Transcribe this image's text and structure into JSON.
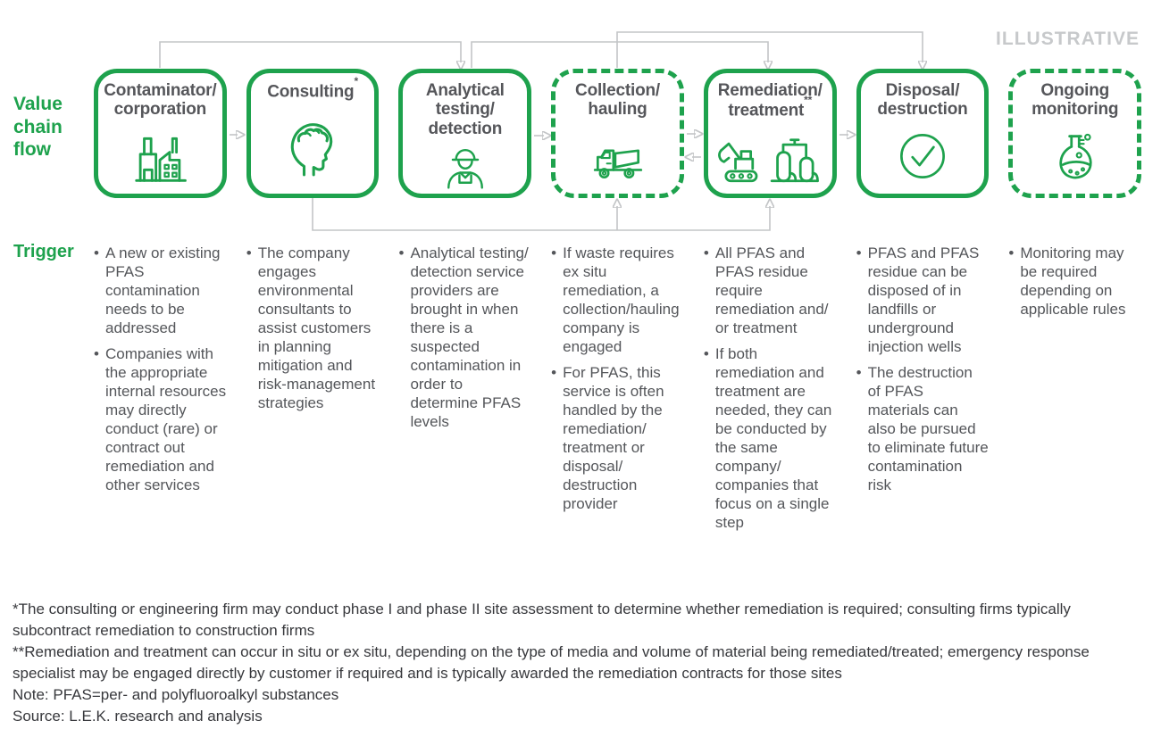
{
  "page": {
    "illustrative_label": "ILLUSTRATIVE"
  },
  "labels": {
    "value_chain_flow": "Value chain flow",
    "trigger": "Trigger"
  },
  "colors": {
    "brand_green": "#1EA24D",
    "text_gray": "#54565A",
    "footer_gray": "#37383C",
    "illustrative_gray": "#C7C9CB",
    "connector_gray": "#C3C5C7"
  },
  "chain": {
    "steps": [
      {
        "title_lines": [
          "Contaminator/",
          "corporation"
        ],
        "title_sup": "",
        "icon": "factory-icon",
        "border": "solid"
      },
      {
        "title_lines": [
          "Consulting"
        ],
        "title_sup": "*",
        "icon": "head-brain-icon",
        "border": "solid"
      },
      {
        "title_lines": [
          "Analytical",
          "testing/",
          "detection"
        ],
        "title_sup": "",
        "icon": "worker-icon",
        "border": "solid"
      },
      {
        "title_lines": [
          "Collection/",
          "hauling"
        ],
        "title_sup": "",
        "icon": "dump-truck-icon",
        "border": "dashed"
      },
      {
        "title_lines": [
          "Remediation/",
          "treatment"
        ],
        "title_sup": "**",
        "icon": "excavator-plant-icon",
        "border": "solid"
      },
      {
        "title_lines": [
          "Disposal/",
          "destruction"
        ],
        "title_sup": "",
        "icon": "check-circle-icon",
        "border": "solid"
      },
      {
        "title_lines": [
          "Ongoing",
          "monitoring"
        ],
        "title_sup": "",
        "icon": "flask-icon",
        "border": "dashed"
      }
    ]
  },
  "triggers": [
    {
      "bullets": [
        "A new or existing PFAS contamination needs to be addressed",
        "Companies with the appropriate internal resources may directly conduct (rare) or contract out remediation and other services"
      ]
    },
    {
      "bullets": [
        "The company engages environmental consultants to assist customers in planning mitigation and risk-management strategies"
      ]
    },
    {
      "bullets": [
        "Analytical testing/detection service providers are brought in when there is a suspected contamination in order to determine PFAS levels"
      ]
    },
    {
      "bullets": [
        "If waste requires ex situ remediation, a collection/hauling company is engaged",
        "For PFAS, this service is often handled by the remediation/treatment or disposal/destruction provider"
      ]
    },
    {
      "bullets": [
        "All PFAS and PFAS residue require remediation and/or treatment",
        "If both remediation and treatment are needed, they can be conducted by the same company/companies that focus on a single step"
      ]
    },
    {
      "bullets": [
        "PFAS and PFAS residue can be disposed of in landfills or underground injection wells",
        "The destruction of PFAS materials can also be pursued to eliminate future contamination risk"
      ]
    },
    {
      "bullets": [
        "Monitoring may be required depending on applicable rules"
      ]
    }
  ],
  "footnotes": [
    "*The consulting or engineering firm may conduct phase I and phase II site assessment to determine whether remediation is required; consulting firms typically subcontract remediation to construction firms",
    "**Remediation and treatment can occur in situ or ex situ, depending on the type of media and volume of material being remediated/treated; emergency response specialist may be engaged directly by customer if required and is typically awarded the remediation contracts for those sites",
    "Note: PFAS=per- and polyfluoroalkyl substances",
    "Source: L.E.K. research and analysis"
  ]
}
